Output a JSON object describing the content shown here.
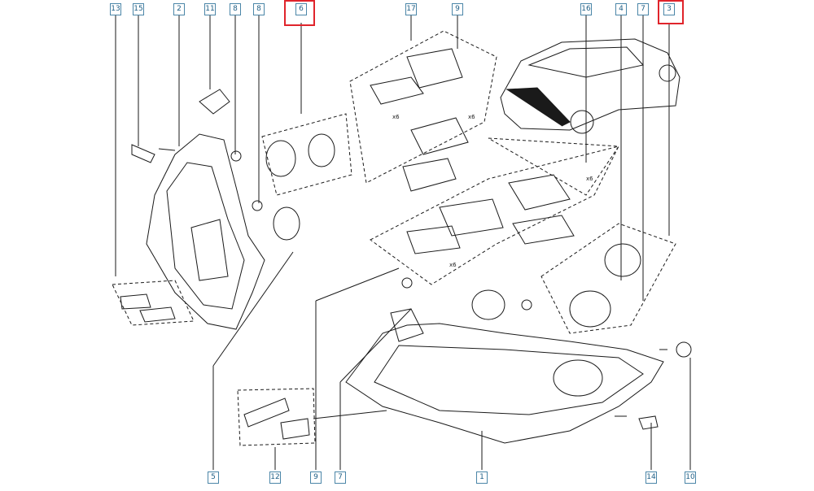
{
  "diagram": {
    "callouts_top": [
      "13",
      "15",
      "2",
      "11",
      "8",
      "8",
      "6",
      "17",
      "9",
      "16",
      "4",
      "7",
      "3"
    ],
    "callouts_bottom": [
      "5",
      "12",
      "9",
      "7",
      "1",
      "14",
      "10"
    ],
    "highlighted": [
      "6",
      "3"
    ],
    "multiplier_labels": [
      "x6",
      "x6",
      "x6",
      "x6"
    ],
    "colors": {
      "line": "#1a1a1a",
      "callout_border": "#4b86a8",
      "callout_text": "#1f5f86",
      "highlight": "#e0242b"
    }
  }
}
